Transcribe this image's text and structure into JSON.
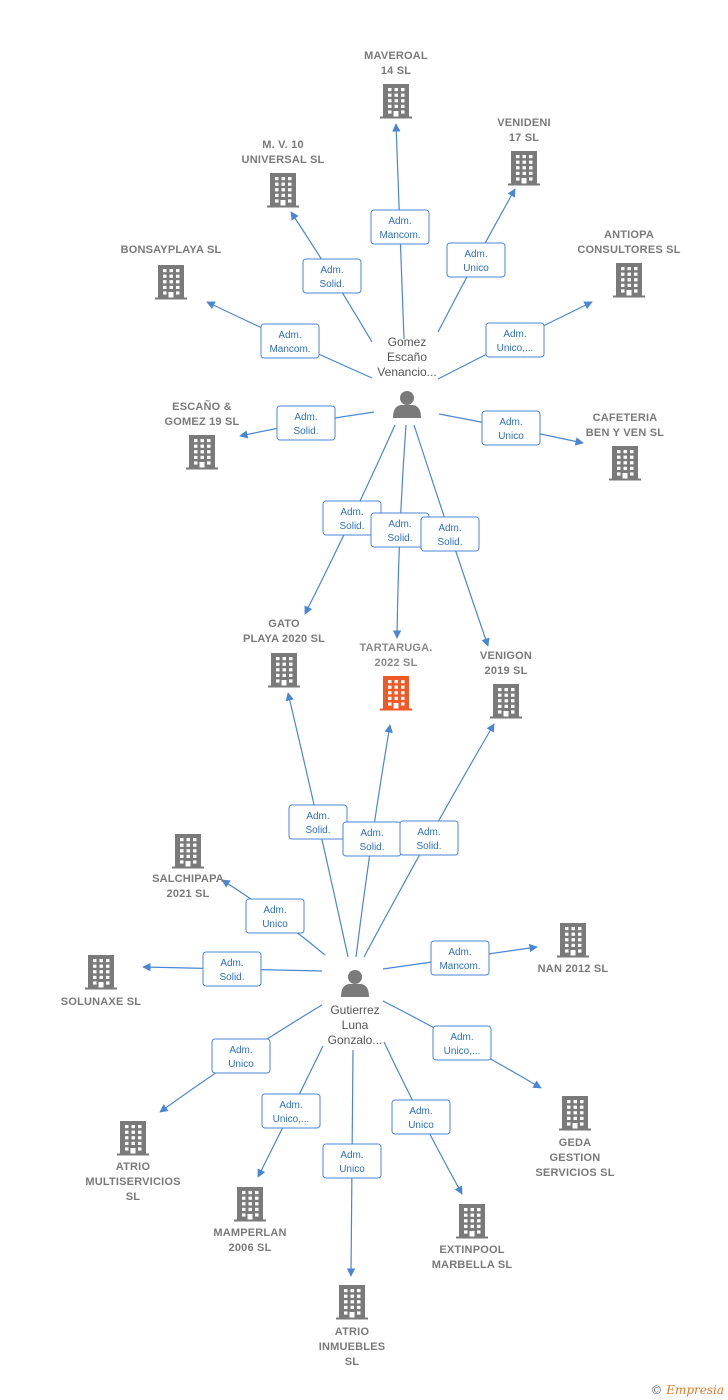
{
  "colors": {
    "edge": "#4a86d4",
    "company": "#7a7a7a",
    "focus_company": "#f05a28",
    "person": "#7a7a7a"
  },
  "persons": [
    {
      "id": "p1",
      "lines": [
        "Gomez",
        "Escaño",
        "Venancio..."
      ],
      "icon": "person-icon"
    },
    {
      "id": "p2",
      "lines": [
        "Gutierrez",
        "Luna",
        "Gonzalo..."
      ],
      "icon": "person-icon"
    }
  ],
  "companies": [
    {
      "id": "maveroal",
      "lines": [
        "MAVEROAL",
        "14  SL"
      ]
    },
    {
      "id": "venideni",
      "lines": [
        "VENIDENI",
        "17  SL"
      ]
    },
    {
      "id": "mv10",
      "lines": [
        "M.  V. 10",
        "UNIVERSAL SL"
      ]
    },
    {
      "id": "antiopa",
      "lines": [
        "ANTIOPA",
        "CONSULTORES SL"
      ]
    },
    {
      "id": "bonsay",
      "lines": [
        "BONSAYPLAYA SL"
      ]
    },
    {
      "id": "escano",
      "lines": [
        "ESCAÑO &",
        "GOMEZ 19  SL"
      ]
    },
    {
      "id": "cafeteria",
      "lines": [
        "CAFETERIA",
        "BEN Y VEN  SL"
      ]
    },
    {
      "id": "gato",
      "lines": [
        "GATO",
        "PLAYA 2020  SL"
      ]
    },
    {
      "id": "tartaruga",
      "lines": [
        "TARTARUGA.",
        "2022  SL"
      ],
      "focus": true
    },
    {
      "id": "venigon",
      "lines": [
        "VENIGON",
        "2019  SL"
      ]
    },
    {
      "id": "salchipapa",
      "lines": [
        "SALCHIPAPA",
        "2021  SL"
      ]
    },
    {
      "id": "solunaxe",
      "lines": [
        "SOLUNAXE  SL"
      ]
    },
    {
      "id": "nan",
      "lines": [
        "NAN 2012 SL"
      ]
    },
    {
      "id": "atriom",
      "lines": [
        "ATRIO",
        "MULTISERVICIOS",
        "SL"
      ]
    },
    {
      "id": "geda",
      "lines": [
        "GEDA",
        "GESTION",
        "SERVICIOS  SL"
      ]
    },
    {
      "id": "mamperlan",
      "lines": [
        "MAMPERLAN",
        "2006 SL"
      ]
    },
    {
      "id": "extinpool",
      "lines": [
        "EXTINPOOL",
        "MARBELLA  SL"
      ]
    },
    {
      "id": "atrioi",
      "lines": [
        "ATRIO",
        "INMUEBLES",
        "SL"
      ]
    }
  ],
  "edges": [
    {
      "from": "p1",
      "to": "maveroal",
      "label": [
        "Adm.",
        "Mancom."
      ]
    },
    {
      "from": "p1",
      "to": "venideni",
      "label": [
        "Adm.",
        "Unico"
      ]
    },
    {
      "from": "p1",
      "to": "mv10",
      "label": [
        "Adm.",
        "Solid."
      ]
    },
    {
      "from": "p1",
      "to": "antiopa",
      "label": [
        "Adm.",
        "Unico,..."
      ]
    },
    {
      "from": "p1",
      "to": "bonsay",
      "label": [
        "Adm.",
        "Mancom."
      ]
    },
    {
      "from": "p1",
      "to": "escano",
      "label": [
        "Adm.",
        "Solid."
      ]
    },
    {
      "from": "p1",
      "to": "cafeteria",
      "label": [
        "Adm.",
        "Unico"
      ]
    },
    {
      "from": "p1",
      "to": "gato",
      "label": [
        "Adm.",
        "Solid."
      ]
    },
    {
      "from": "p1",
      "to": "tartaruga",
      "label": [
        "Adm.",
        "Solid."
      ]
    },
    {
      "from": "p1",
      "to": "venigon",
      "label": [
        "Adm.",
        "Solid."
      ]
    },
    {
      "from": "p2",
      "to": "gato",
      "label": [
        "Adm.",
        "Solid."
      ]
    },
    {
      "from": "p2",
      "to": "tartaruga",
      "label": [
        "Adm.",
        "Solid."
      ]
    },
    {
      "from": "p2",
      "to": "venigon",
      "label": [
        "Adm.",
        "Solid."
      ]
    },
    {
      "from": "p2",
      "to": "salchipapa",
      "label": [
        "Adm.",
        "Unico"
      ]
    },
    {
      "from": "p2",
      "to": "solunaxe",
      "label": [
        "Adm.",
        "Solid."
      ]
    },
    {
      "from": "p2",
      "to": "nan",
      "label": [
        "Adm.",
        "Mancom."
      ]
    },
    {
      "from": "p2",
      "to": "atriom",
      "label": [
        "Adm.",
        "Unico"
      ]
    },
    {
      "from": "p2",
      "to": "geda",
      "label": [
        "Adm.",
        "Unico,..."
      ]
    },
    {
      "from": "p2",
      "to": "mamperlan",
      "label": [
        "Adm.",
        "Unico,..."
      ]
    },
    {
      "from": "p2",
      "to": "extinpool",
      "label": [
        "Adm.",
        "Unico"
      ]
    },
    {
      "from": "p2",
      "to": "atrioi",
      "label": [
        "Adm.",
        "Unico"
      ]
    }
  ],
  "footer": {
    "copyright": "©",
    "brand": "Empresia"
  }
}
